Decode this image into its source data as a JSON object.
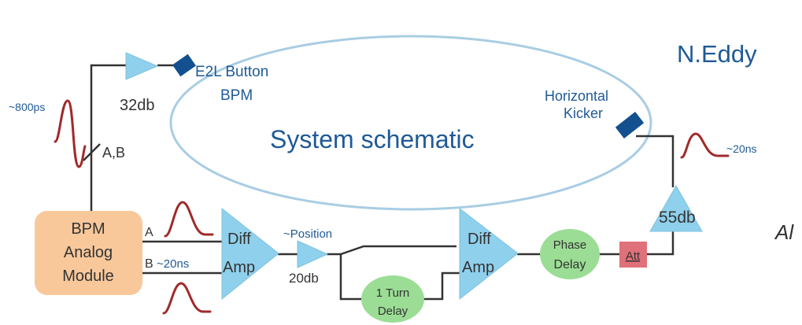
{
  "author": "N.Eddy",
  "title": "System schematic",
  "colors": {
    "ring": "#a9cde3",
    "wire": "#333333",
    "amp": "#8fd0ec",
    "button": "#12508f",
    "pulse": "#a02a2a",
    "module": "#f8c89b",
    "delay": "#9bdd95",
    "att": "#e0707a",
    "blueText": "#1f5a96"
  },
  "labels": {
    "e2l_line1": "E2L Button",
    "e2l_line2": "BPM",
    "horiz_line1": "Horizontal",
    "horiz_line2": "Kicker",
    "gain_32": "32db",
    "pulse_800": "~800ps",
    "ab": "A,B",
    "pulse_20_right": "~20ns",
    "gain_55": "55db",
    "bpm_line1": "BPM",
    "bpm_line2": "Analog",
    "bpm_line3": "Module",
    "port_a": "A",
    "port_b": "B",
    "pulse_20_left": "~20ns",
    "diff_line1": "Diff",
    "diff_line2": "Amp",
    "position": "~Position",
    "gain_20": "20db",
    "turn_line1": "1 Turn",
    "turn_line2": "Delay",
    "diff2_line1": "Diff",
    "diff2_line2": "Amp",
    "phase_line1": "Phase",
    "phase_line2": "Delay",
    "att": "Att",
    "cut_text": "Al"
  }
}
